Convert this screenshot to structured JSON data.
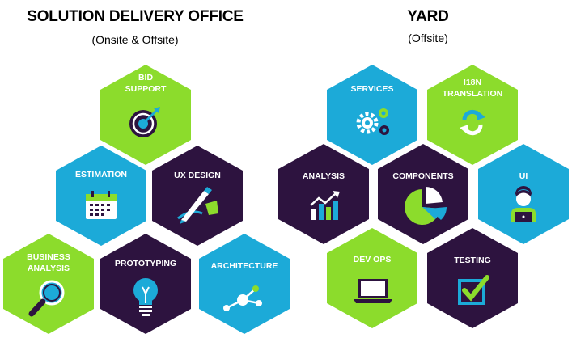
{
  "left": {
    "title": "SOLUTION DELIVERY OFFICE",
    "subtitle": "(Onsite & Offsite)",
    "hexes": [
      {
        "key": "bid",
        "label": "BID\nSUPPORT",
        "color": "green",
        "icon": "target-icon"
      },
      {
        "key": "estimation",
        "label": "ESTIMATION",
        "color": "blue",
        "icon": "calendar-icon"
      },
      {
        "key": "ux",
        "label": "UX DESIGN",
        "color": "purple",
        "icon": "pen-tablet-icon"
      },
      {
        "key": "business",
        "label": "BUSINESS\nANALYSIS",
        "color": "green",
        "icon": "magnifier-icon"
      },
      {
        "key": "prototyping",
        "label": "PROTOTYPING",
        "color": "purple",
        "icon": "lightbulb-icon"
      },
      {
        "key": "architecture",
        "label": "ARCHITECTURE",
        "color": "blue",
        "icon": "network-nodes-icon"
      }
    ]
  },
  "right": {
    "title": "YARD",
    "subtitle": "(Offsite)",
    "hexes": [
      {
        "key": "services",
        "label": "SERVICES",
        "color": "blue",
        "icon": "gears-icon"
      },
      {
        "key": "i18n",
        "label": "I18N\nTRANSLATION",
        "color": "green",
        "icon": "refresh-arrows-icon"
      },
      {
        "key": "analysis",
        "label": "ANALYSIS",
        "color": "purple",
        "icon": "bar-chart-icon"
      },
      {
        "key": "components",
        "label": "COMPONENTS",
        "color": "purple",
        "icon": "pie-chart-icon"
      },
      {
        "key": "ui",
        "label": "UI",
        "color": "blue",
        "icon": "user-laptop-icon"
      },
      {
        "key": "devops",
        "label": "DEV OPS",
        "color": "green",
        "icon": "laptop-icon"
      },
      {
        "key": "testing",
        "label": "TESTING",
        "color": "purple",
        "icon": "checkbox-icon"
      }
    ]
  },
  "colors": {
    "green": "#8cdc2c",
    "blue": "#1caad8",
    "purple": "#2d133f"
  }
}
